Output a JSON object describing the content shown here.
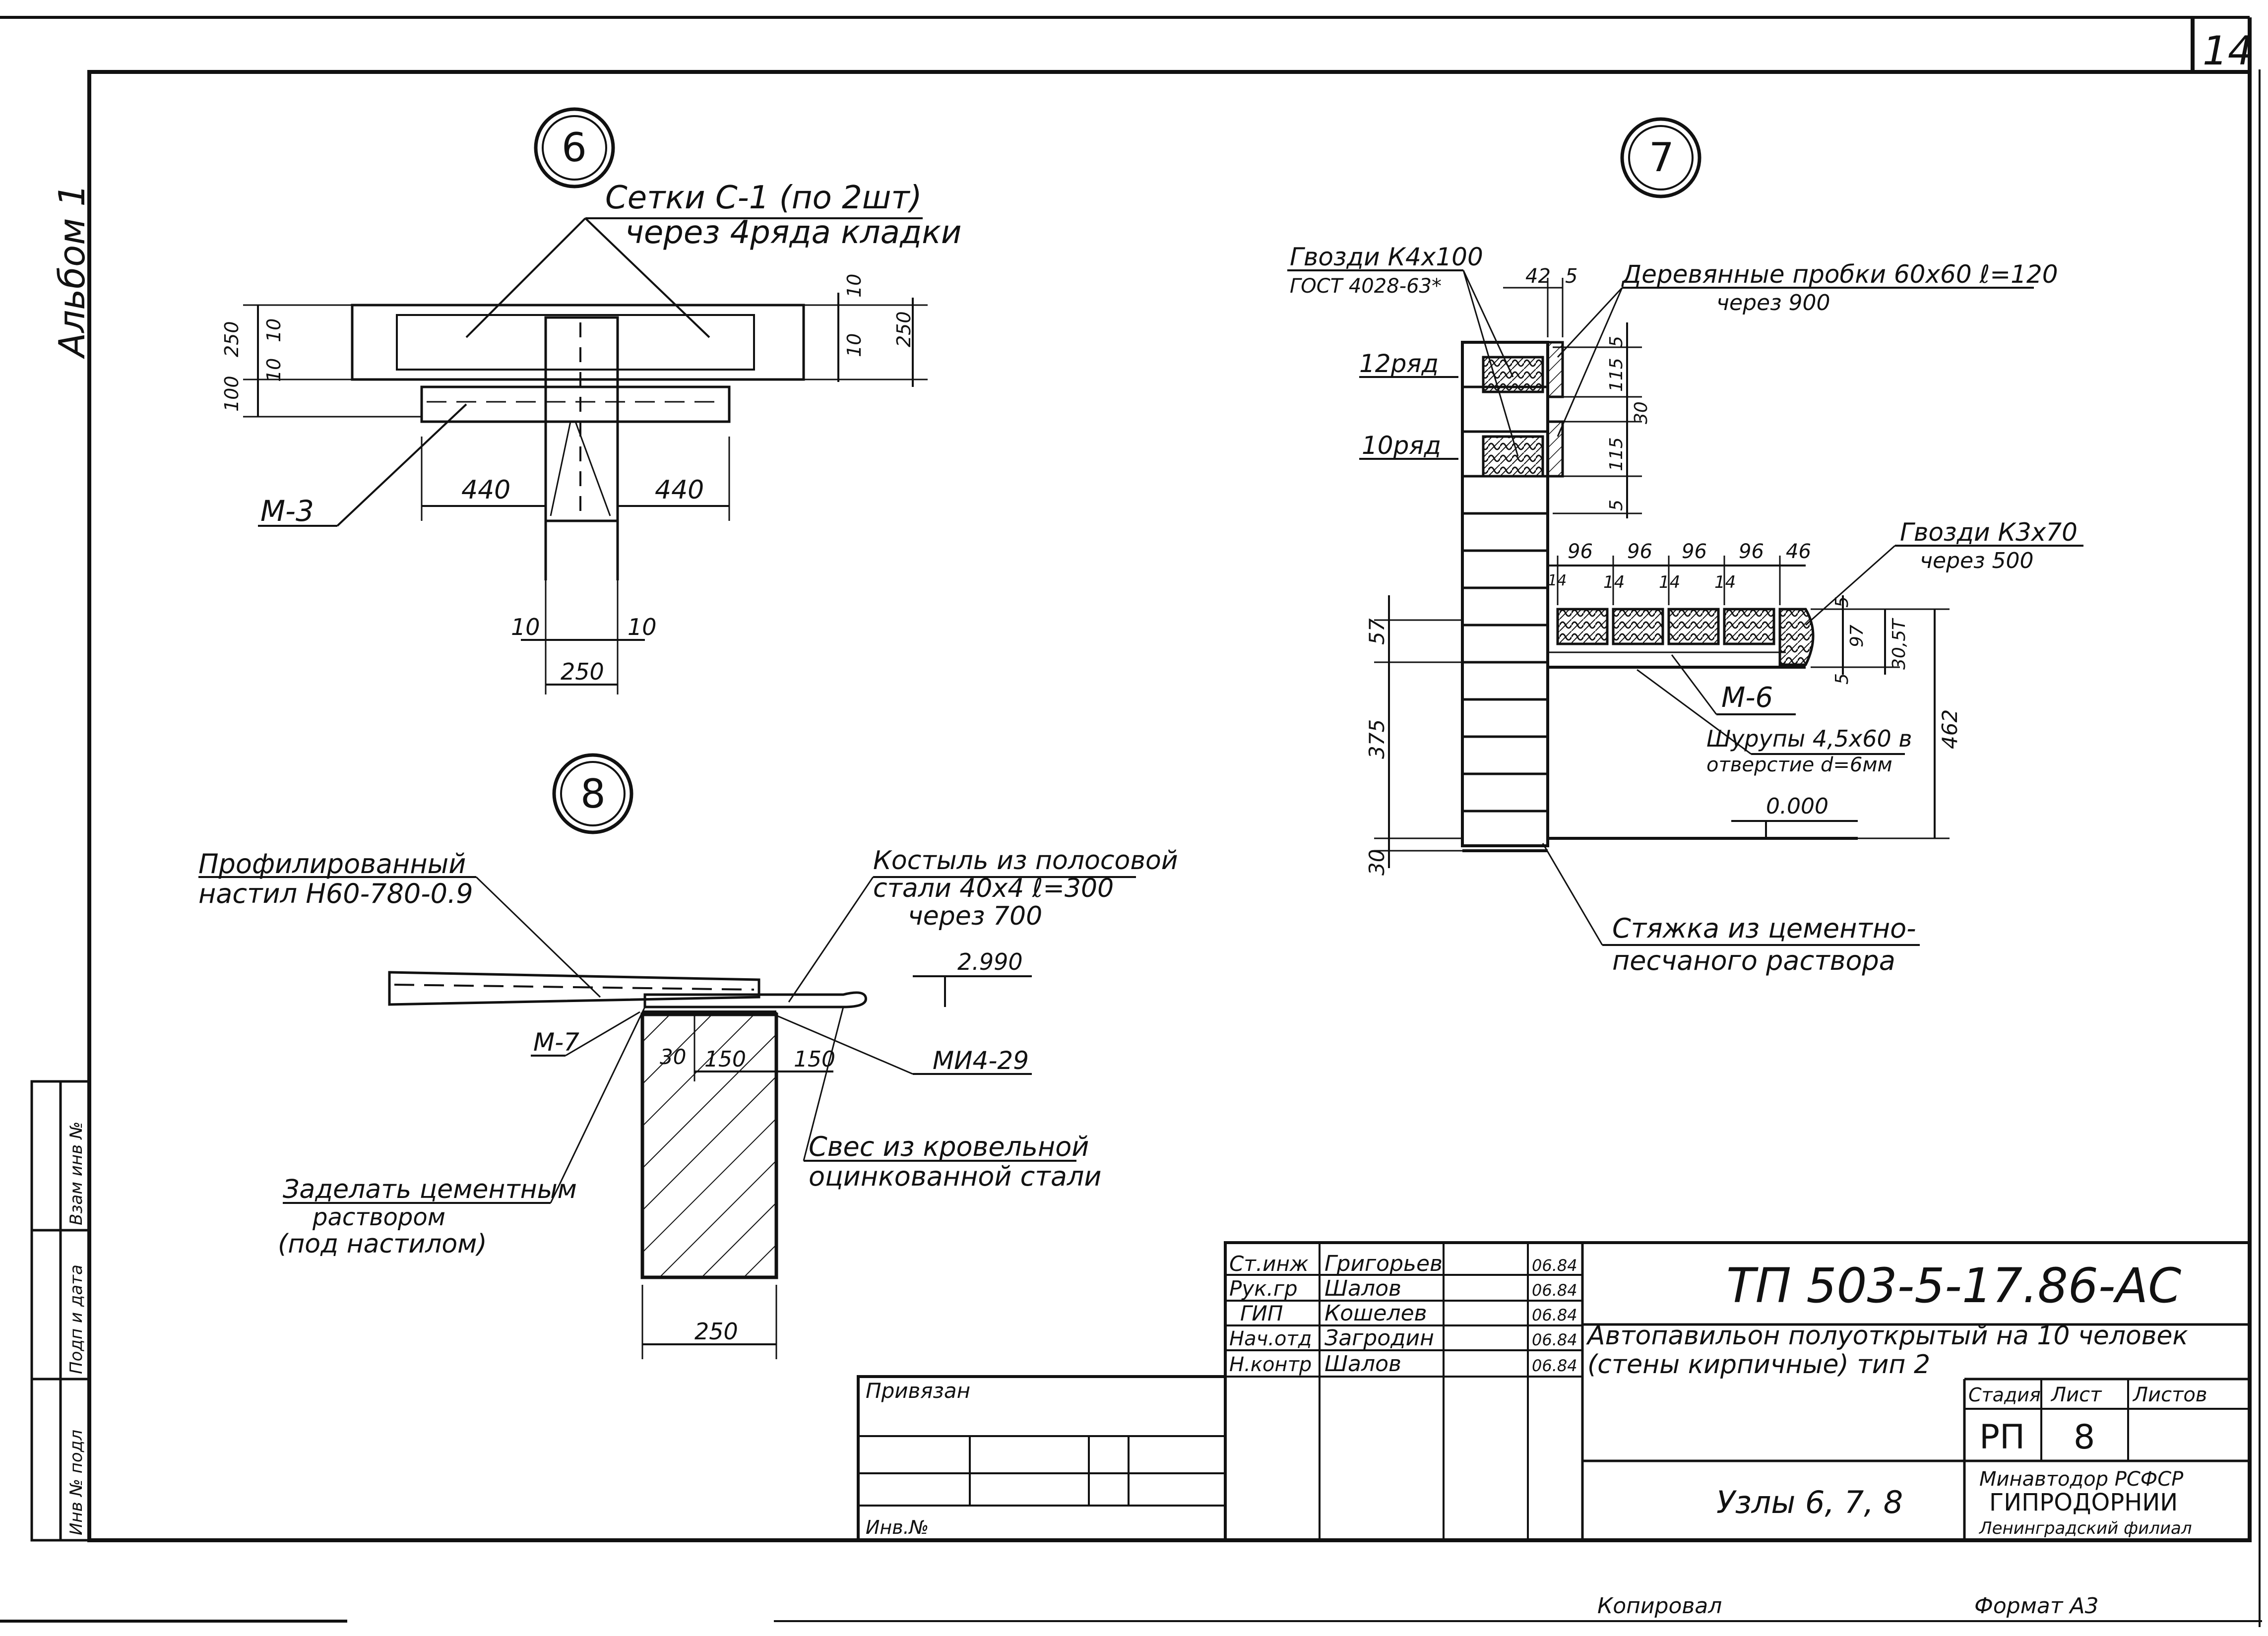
{
  "sheet": {
    "page_number": "14",
    "album": "Альбом 1",
    "copied_by": "Копировал",
    "format": "Формат А3"
  },
  "left_stamp": {
    "rows": [
      "Взам инв №",
      "Подп и дата",
      "Инв № подл"
    ],
    "values": [
      "",
      "",
      ""
    ]
  },
  "nodes": {
    "n6": {
      "marker": "6",
      "mesh_label_1": "Сетки С-1 (по 2шт)",
      "mesh_label_2": "через 4ряда кладки",
      "part": "М-3",
      "dims": {
        "d440a": "440",
        "d440b": "440",
        "d10a": "10",
        "d10b": "10",
        "d250": "250",
        "l10a": "10",
        "l250": "250",
        "l10b": "10",
        "l100": "100",
        "r10a": "10",
        "r10b": "10",
        "r250": "250"
      }
    },
    "n7": {
      "marker": "7",
      "nails1_a": "Гвозди К4х100",
      "nails1_b": "ГОСТ 4028-63*",
      "plugs_a": "Деревянные пробки 60х60 ℓ=120",
      "plugs_b": "через 900",
      "row12": "12ряд",
      "row10": "10ряд",
      "nails2_a": "Гвозди К3х70",
      "nails2_b": "через 500",
      "part": "М-6",
      "screws_a": "Шурупы 4,5х60 в",
      "screws_b": "отверстие d=6мм",
      "level": "0.000",
      "screed_a": "Стяжка из цементно-",
      "screed_b": "песчаного раствора",
      "dims": {
        "t42": "42",
        "t5": "5",
        "s5a": "5",
        "s115a": "115",
        "s30": "30",
        "s115b": "115",
        "s5b": "5",
        "b96a": "96",
        "b96b": "96",
        "b96c": "96",
        "b96d": "96",
        "b46": "46",
        "b14a": "14",
        "b14b": "14",
        "b14c": "14",
        "b14d": "14",
        "v5a": "5",
        "v97": "97",
        "v5b": "5",
        "v30": "30,5Т",
        "v462": "462",
        "l57": "57",
        "l375": "375",
        "l30": "30"
      }
    },
    "n8": {
      "marker": "8",
      "deck_a": "Профилированный",
      "deck_b": "настил Н60-780-0.9",
      "crutch_a": "Костыль из полосовой",
      "crutch_b": "стали 40х4 ℓ=300",
      "crutch_c": "через 700",
      "level": "2.990",
      "part_m7": "М-7",
      "part_mi": "МИ4-29",
      "seal_a": "Заделать цементным",
      "seal_b": "раствором",
      "seal_c": "(под настилом)",
      "eave_a": "Свес из кровельной",
      "eave_b": "оцинкованной стали",
      "dims": {
        "d30": "30",
        "d150a": "150",
        "d150b": "150",
        "d250": "250"
      }
    }
  },
  "title_block": {
    "code": "ТП 503-5-17.86-АС",
    "desc_1": "Автопавильон полуоткрытый на 10 человек",
    "desc_2": "(стены кирпичные) тип 2",
    "sheet_title": "Узлы 6, 7, 8",
    "stage_label": "Стадия",
    "sheet_label": "Лист",
    "sheets_label": "Листов",
    "stage": "РП",
    "sheet": "8",
    "sheets": "",
    "org_1": "Минавтодор РСФСР",
    "org_2": "ГИПРОДОРНИИ",
    "org_3": "Ленинградский филиал",
    "bound_label": "Привязан",
    "inv_label": "Инв.№",
    "staff": [
      {
        "role": "Ст.инж",
        "name": "Григорьев",
        "date": "06.84"
      },
      {
        "role": "Рук.гр",
        "name": "Шалов",
        "date": "06.84"
      },
      {
        "role": "ГИП",
        "name": "Кошелев",
        "date": "06.84"
      },
      {
        "role": "Нач.отд",
        "name": "Загродин",
        "date": "06.84"
      },
      {
        "role": "Н.контр",
        "name": "Шалов",
        "date": "06.84"
      }
    ]
  }
}
